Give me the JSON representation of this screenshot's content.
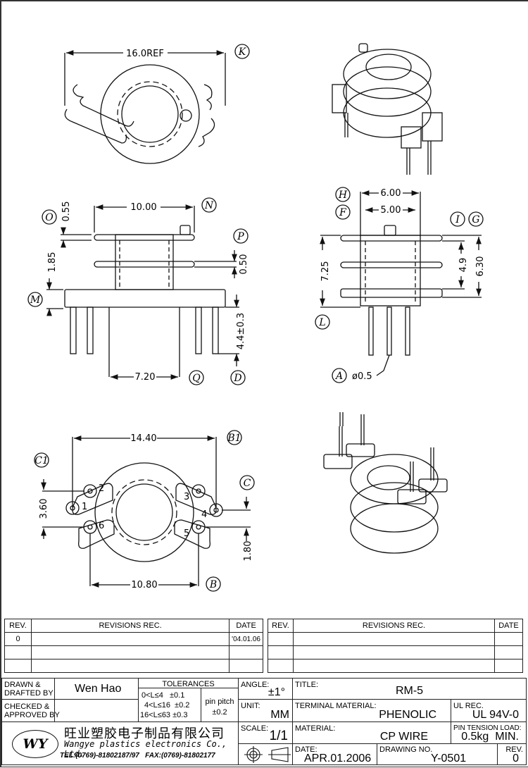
{
  "drawing": {
    "view_top": {
      "dim_width": "16.0REF",
      "bubble": "K"
    },
    "view_front": {
      "dim_top": "10.00",
      "dim_bottom": "7.20",
      "dim_flange": "0.55",
      "dim_gap": "1.85",
      "dim_mid_flange": "0.50",
      "dim_pin_length": "4.4±0.3",
      "bubbles": [
        "O",
        "N",
        "P",
        "M",
        "Q",
        "D"
      ]
    },
    "view_side": {
      "dim_outer": "6.00",
      "dim_inner": "5.00",
      "dim_height": "7.25",
      "dim_inner_height": "4.9",
      "dim_outer_height": "6.30",
      "dim_pin_dia": "ø0.5",
      "bubbles": [
        "H",
        "F",
        "I",
        "G",
        "L",
        "A"
      ]
    },
    "view_bottom": {
      "dim_top": "14.40",
      "dim_bottom": "10.80",
      "dim_left": "3.60",
      "dim_right": "1.80",
      "pin_numbers": [
        "1",
        "2",
        "3",
        "4",
        "5",
        "6"
      ],
      "bubbles": [
        "B1",
        "C1",
        "C",
        "B"
      ]
    }
  },
  "revisions": {
    "left": {
      "headers": [
        "REV.",
        "REVISIONS    REC.",
        "DATE"
      ],
      "rows": [
        [
          "0",
          "",
          "'04.01.06"
        ],
        [
          "",
          "",
          ""
        ],
        [
          "",
          "",
          ""
        ]
      ]
    },
    "right": {
      "headers": [
        "REV.",
        "REVISIONS    REC.",
        "DATE"
      ],
      "rows": [
        [
          "",
          "",
          ""
        ],
        [
          "",
          "",
          ""
        ],
        [
          "",
          "",
          ""
        ]
      ]
    }
  },
  "title_block": {
    "drawn_label": "DRAWN &\nDRAFTED BY",
    "drawn_value": "Wen Hao",
    "checked_label": "CHECKED &\nAPPROVED BY",
    "checked_value": "",
    "tolerances_label": "TOLERANCES",
    "tolerances": [
      "0<L≤4   ±0.1",
      "4<L≤16  ±0.2",
      "16<L≤63 ±0.3"
    ],
    "pin_pitch_label": "pin  pitch",
    "pin_pitch_value": "±0.2",
    "angle_label": "ANGLE:",
    "angle_value": "±1°",
    "unit_label": "UNIT:",
    "unit_value": "MM",
    "scale_label": "SCALE:",
    "scale_value": "1/1",
    "projection_icon": "first-angle-projection-icon",
    "company_logo": "WY",
    "company_cn": "旺业塑胶电子制品有限公司",
    "company_en": "Wangye plastics electronics Co., Ltd.",
    "company_contact": "TEL:(0769)-81802187/97   FAX:(0769)-81802177",
    "title_label": "TITLE:",
    "title_value": "RM-5",
    "terminal_label": "TERMINAL MATERIAL:",
    "terminal_value": "PHENOLIC",
    "ul_label": "UL REC.",
    "ul_value": "UL 94V-0",
    "material_label": "MATERIAL:",
    "material_value": "CP WIRE",
    "pin_tension_label": "PIN TENSION LOAD:",
    "pin_tension_value": "0.5kg  MIN.",
    "date_label": "DATE:",
    "date_value": "APR.01.2006",
    "drawing_no_label": "DRAWING NO.",
    "drawing_no_value": "Y-0501",
    "rev_label": "REV.",
    "rev_value": "0"
  }
}
